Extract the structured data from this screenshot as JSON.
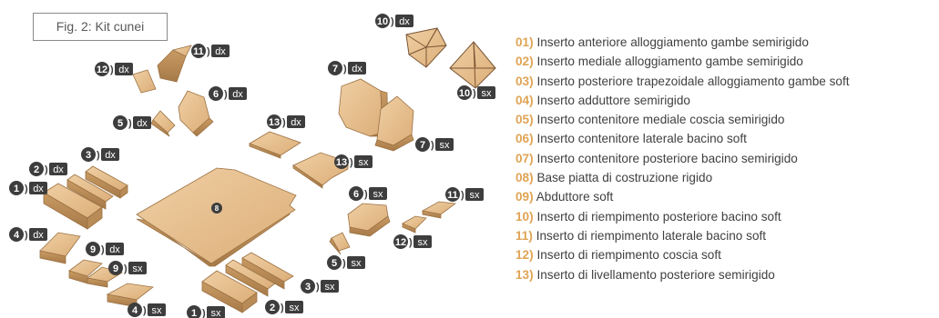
{
  "caption": "Fig. 2: Kit cunei",
  "center_label": "8",
  "colors": {
    "accent": "#e0a455",
    "text": "#404040",
    "piece_top": "#e6be8e",
    "piece_side": "#b98b57",
    "piece_edge": "#9c7244",
    "tag_bg": "#3d3d3d"
  },
  "legend": [
    {
      "num": "01)",
      "text": "Inserto anteriore alloggiamento gambe semirigido"
    },
    {
      "num": "02)",
      "text": "Inserto mediale alloggiamento gambe semirigido"
    },
    {
      "num": "03)",
      "text": "Inserto posteriore trapezoidale alloggiamento gambe soft"
    },
    {
      "num": "04)",
      "text": "Inserto adduttore semirigido"
    },
    {
      "num": "05)",
      "text": "Inserto contenitore mediale coscia semirigido"
    },
    {
      "num": "06)",
      "text": "Inserto contenitore laterale bacino soft"
    },
    {
      "num": "07)",
      "text": "Inserto contenitore posteriore bacino semirigido"
    },
    {
      "num": "08)",
      "text": "Base piatta di costruzione rigido"
    },
    {
      "num": "09)",
      "text": "Abduttore soft"
    },
    {
      "num": "10)",
      "text": "Inserto di riempimento posteriore bacino soft"
    },
    {
      "num": "11)",
      "text": "Inserto di riempimento laterale bacino soft"
    },
    {
      "num": "12)",
      "text": "Inserto di riempimento coscia soft"
    },
    {
      "num": "13)",
      "text": "Inserto di livellamento posteriore semirigido"
    }
  ],
  "piece_labels": [
    {
      "num": "10",
      "side": "dx"
    },
    {
      "num": "10",
      "side": "sx"
    },
    {
      "num": "11",
      "side": "dx"
    },
    {
      "num": "12",
      "side": "dx"
    },
    {
      "num": "7",
      "side": "dx"
    },
    {
      "num": "7",
      "side": "sx"
    },
    {
      "num": "6",
      "side": "dx"
    },
    {
      "num": "5",
      "side": "dx"
    },
    {
      "num": "13",
      "side": "dx"
    },
    {
      "num": "13",
      "side": "sx"
    },
    {
      "num": "3",
      "side": "dx"
    },
    {
      "num": "2",
      "side": "dx"
    },
    {
      "num": "1",
      "side": "dx"
    },
    {
      "num": "4",
      "side": "dx"
    },
    {
      "num": "9",
      "side": "dx"
    },
    {
      "num": "9",
      "side": "sx"
    },
    {
      "num": "4",
      "side": "sx"
    },
    {
      "num": "1",
      "side": "sx"
    },
    {
      "num": "2",
      "side": "sx"
    },
    {
      "num": "3",
      "side": "sx"
    },
    {
      "num": "6",
      "side": "sx"
    },
    {
      "num": "5",
      "side": "sx"
    },
    {
      "num": "11",
      "side": "sx"
    },
    {
      "num": "12",
      "side": "sx"
    }
  ]
}
